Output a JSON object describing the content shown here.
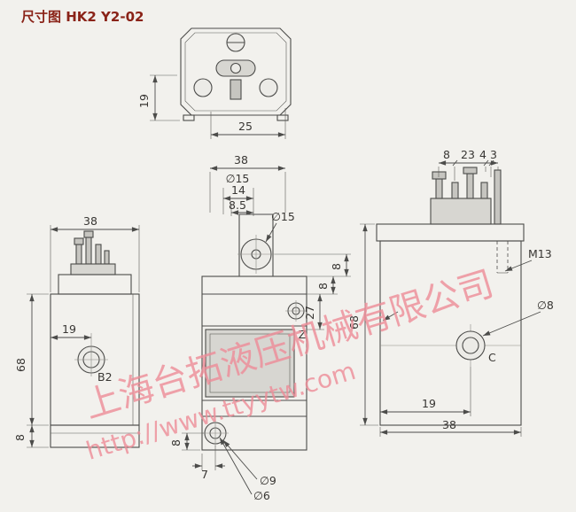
{
  "title": "尺寸图 HK2 Y2-02",
  "watermark": {
    "company": "上海台拓液压机械有限公司",
    "url": "http://www.ttyytw.com"
  },
  "colors": {
    "title": "#8a2318",
    "watermark": "#ee8c98",
    "line": "#4c4c4a",
    "background": "#f2f1ed"
  },
  "views": {
    "top": {
      "dim_height": "19",
      "dim_width": "25"
    },
    "left": {
      "dim_width": "38",
      "dim_height": "68",
      "dim_port_x": "19",
      "dim_base": "8",
      "port_label": "B2"
    },
    "front": {
      "dim_width": "38",
      "dim_stem_dia": "∅15",
      "dim_stem_w": "14",
      "dim_stem_off": "8.5",
      "dim_boss_dia": "∅15",
      "dim_top_off": "8",
      "dim_plate": "8",
      "dim_section": "27",
      "port_label": "Z",
      "dim_hole_y": "8",
      "dim_hole_x": "7",
      "dim_hole_outer": "∅9",
      "dim_hole_inner": "∅6"
    },
    "right": {
      "dim_pin_a": "8",
      "dim_pin_b": "23",
      "dim_pin_c": "4",
      "dim_pin_d": "3",
      "dim_height": "68",
      "thread_label": "M13",
      "dim_port_dia": "∅8",
      "port_label": "C",
      "dim_port_x": "19",
      "dim_width": "38"
    }
  }
}
